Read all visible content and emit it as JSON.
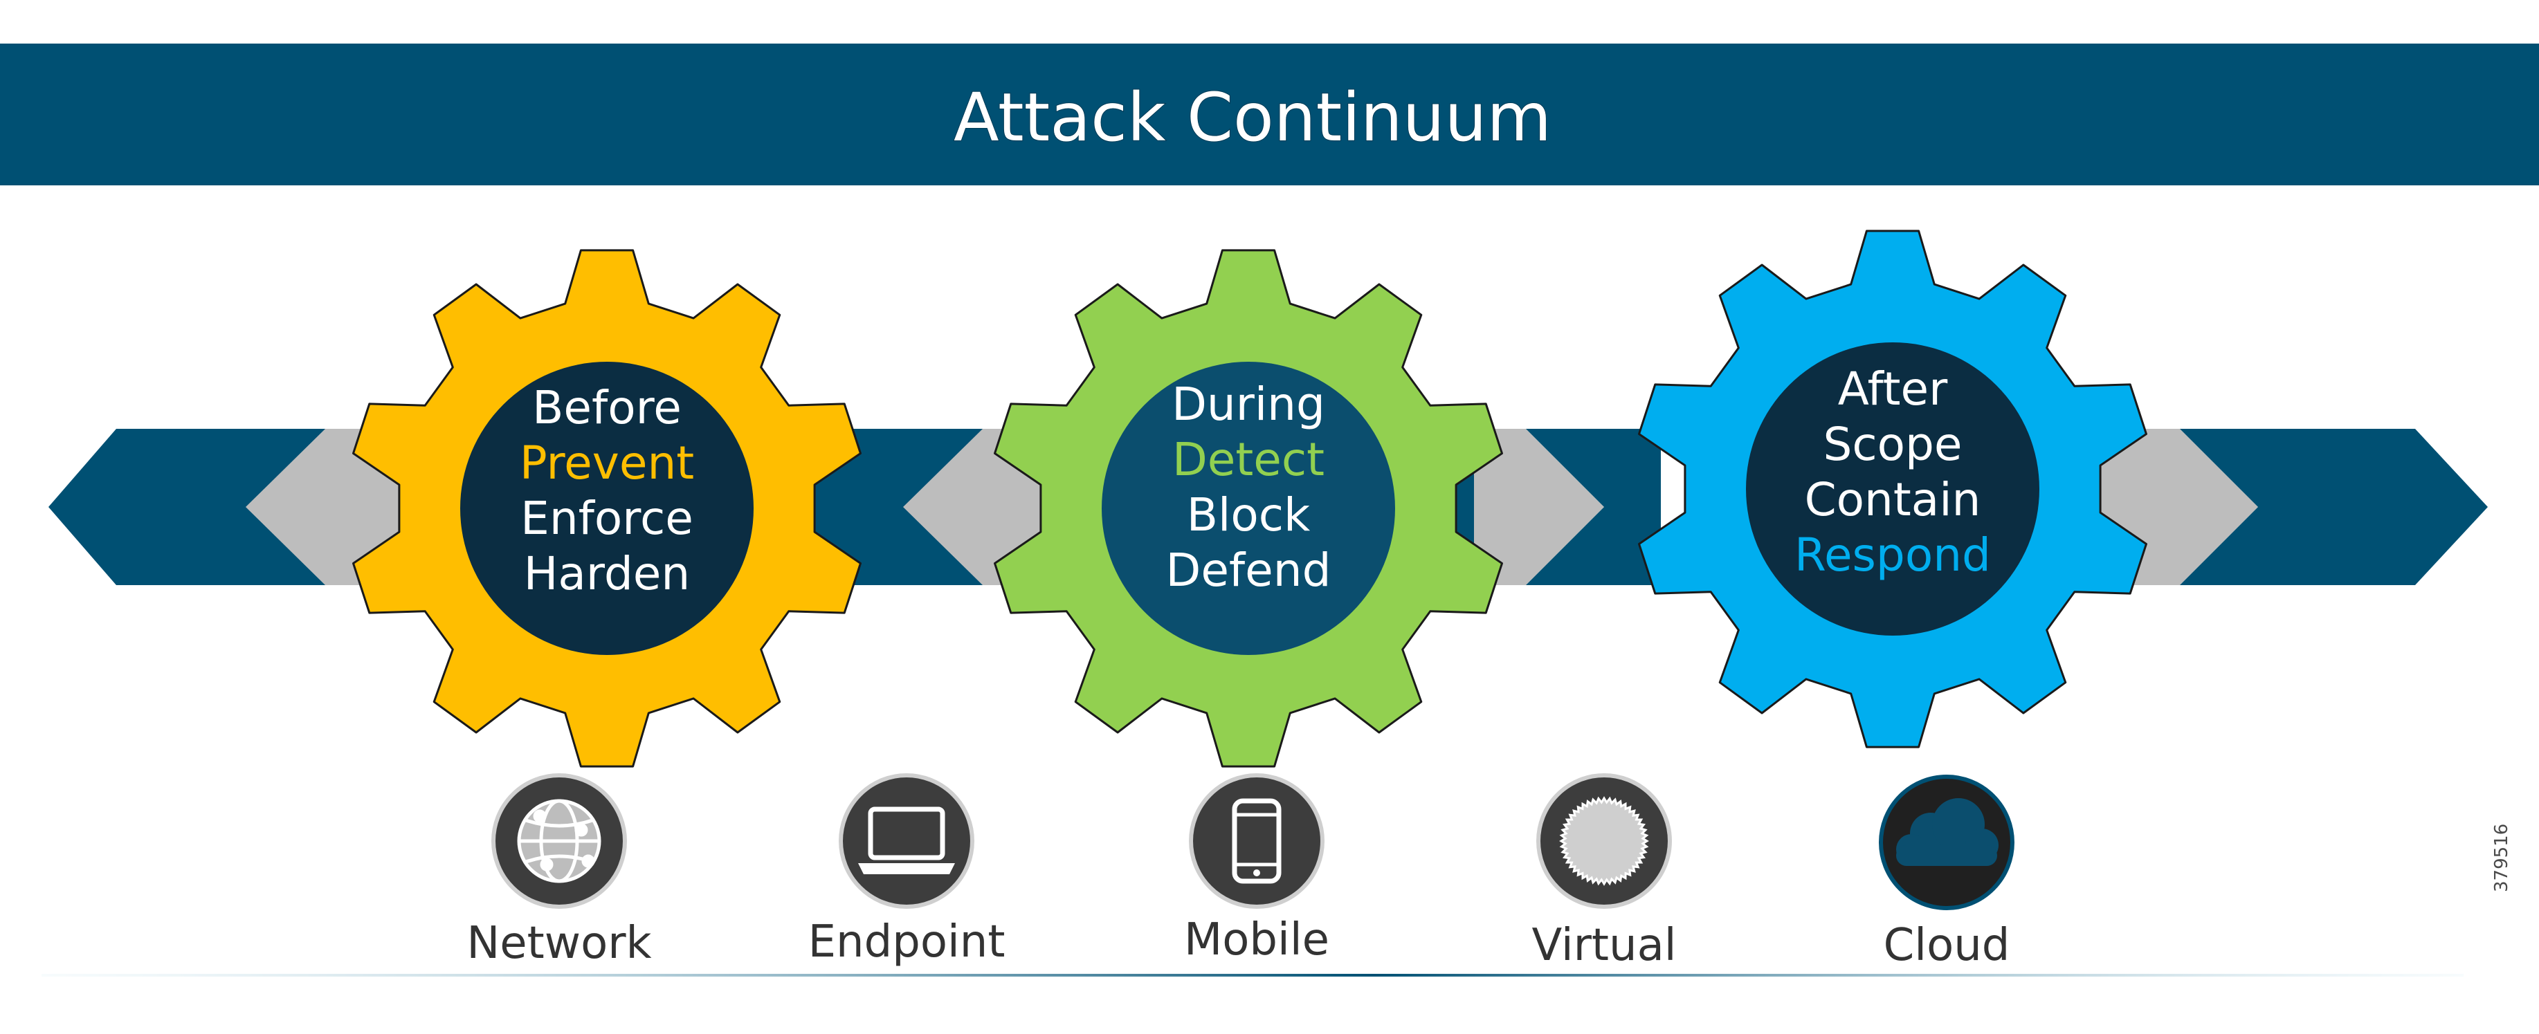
{
  "title": "Attack Continuum",
  "colors": {
    "banner": "#005073",
    "arrow_dark": "#005073",
    "arrow_gray": "#bdbdbd",
    "gear_before": "#ffbe00",
    "gear_during": "#92d050",
    "gear_after": "#00aeef",
    "hub_before": "#0b2d42",
    "hub_during": "#0b4e6e",
    "hub_after": "#0b2d42",
    "icon_circle": "#3d3d3d"
  },
  "phases": [
    {
      "heading": "Before",
      "items": [
        "Prevent",
        "Enforce",
        "Harden"
      ],
      "highlight_index": 0,
      "highlight_color": "#ffbe00"
    },
    {
      "heading": "During",
      "items": [
        "Detect",
        "Block",
        "Defend"
      ],
      "highlight_index": 0,
      "highlight_color": "#92d050"
    },
    {
      "heading": "After",
      "items": [
        "Scope",
        "Contain",
        "Respond"
      ],
      "highlight_index": 2,
      "highlight_color": "#00aeef"
    }
  ],
  "environments": [
    {
      "label": "Network",
      "icon": "globe-network-icon"
    },
    {
      "label": "Endpoint",
      "icon": "laptop-icon"
    },
    {
      "label": "Mobile",
      "icon": "smartphone-icon"
    },
    {
      "label": "Virtual",
      "icon": "virtual-disc-icon"
    },
    {
      "label": "Cloud",
      "icon": "cloud-icon"
    }
  ],
  "figure_id": "379516"
}
